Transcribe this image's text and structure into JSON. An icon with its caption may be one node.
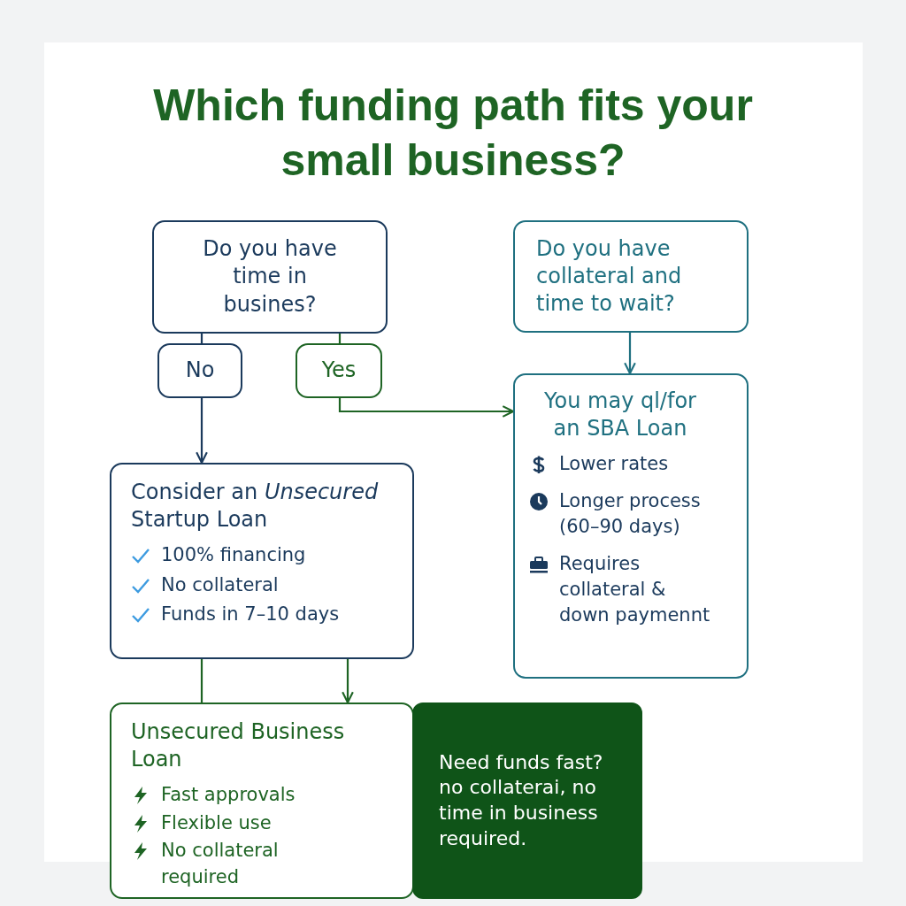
{
  "diagram": {
    "title": "Which funding path fits your small business?",
    "nodes": [
      {
        "text": [
          "Do you have time in busines?"
        ]
      },
      {
        "text": [
          "Do you have collateral and time to wait?"
        ]
      },
      {
        "text": [
          "No"
        ]
      },
      {
        "text": [
          "Yes"
        ]
      },
      {
        "text": [
          "You may ql/for an SBA Loan",
          "Lower rates",
          "Longer process (60–90 days)",
          "Requires collateral & down paymennt"
        ]
      },
      {
        "text": [
          "Consider an *Unsecured* Startup Loan",
          "100% financing",
          "No collateral",
          "Funds in 7–10 days"
        ]
      },
      {
        "text": [
          "Unsecured Business Loan",
          "Fast approvals",
          "Flexible use",
          "No collateral required"
        ]
      },
      {
        "text": [
          "Need funds fast? no collaterai, no time in business required."
        ]
      }
    ],
    "edges": [
      {
        "from": 0,
        "to": 2,
        "arrow": "none",
        "color": "#1b3a5c"
      },
      {
        "from": 0,
        "to": 3,
        "arrow": "none"
      },
      {
        "from": 2,
        "to": 5,
        "arrow": "to",
        "color": "#1b3a5c"
      },
      {
        "from": 3,
        "to": 4,
        "arrow": "to"
      },
      {
        "from": 1,
        "to": 4,
        "arrow": "to",
        "color": "#1f7080"
      },
      {
        "from": 5,
        "to": 6,
        "arrow": "none"
      },
      {
        "from": 5,
        "to": 6,
        "arrow": "to"
      }
    ]
  }
}
